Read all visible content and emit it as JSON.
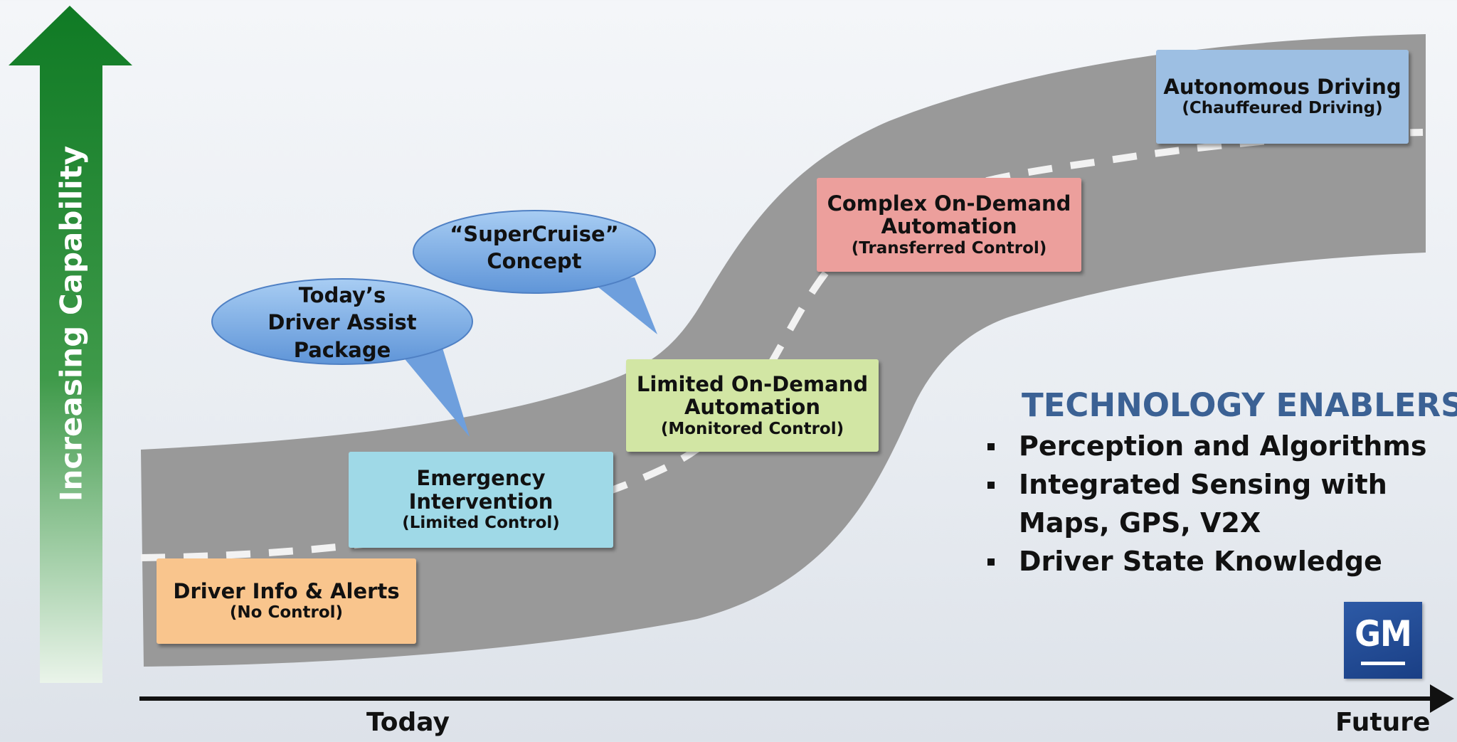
{
  "axis": {
    "vertical_label": "Increasing Capability",
    "start_label": "Today",
    "end_label": "Future"
  },
  "stages": [
    {
      "name_lines": [
        "Driver Info & Alerts"
      ],
      "control": "(No Control)",
      "color": "#f9c58d"
    },
    {
      "name_lines": [
        "Emergency",
        "Intervention"
      ],
      "control": "(Limited Control)",
      "color": "#9fd9e7"
    },
    {
      "name_lines": [
        "Limited On-Demand",
        "Automation"
      ],
      "control": "(Monitored Control)",
      "color": "#d2e6a4"
    },
    {
      "name_lines": [
        "Complex On-Demand",
        "Automation"
      ],
      "control": "(Transferred Control)",
      "color": "#ec9f9c"
    },
    {
      "name_lines": [
        "Autonomous Driving"
      ],
      "control": "(Chauffeured Driving)",
      "color": "#9dbfe3"
    }
  ],
  "callouts": [
    {
      "lines": [
        "Today’s",
        "Driver Assist",
        "Package"
      ]
    },
    {
      "lines": [
        "“SuperCruise”",
        "Concept"
      ]
    }
  ],
  "enablers": {
    "title": "TECHNOLOGY ENABLERS:",
    "items": [
      "Perception and Algorithms",
      "Integrated Sensing with Maps, GPS, V2X",
      "Driver State Knowledge"
    ]
  },
  "logo": {
    "text": "GM"
  },
  "colors": {
    "arrow_green": "#1f7a2b",
    "road_gray": "#999999",
    "title_blue": "#3b6194",
    "logo_blue": "#234d97",
    "bubble_blue": "#7aaee6"
  }
}
